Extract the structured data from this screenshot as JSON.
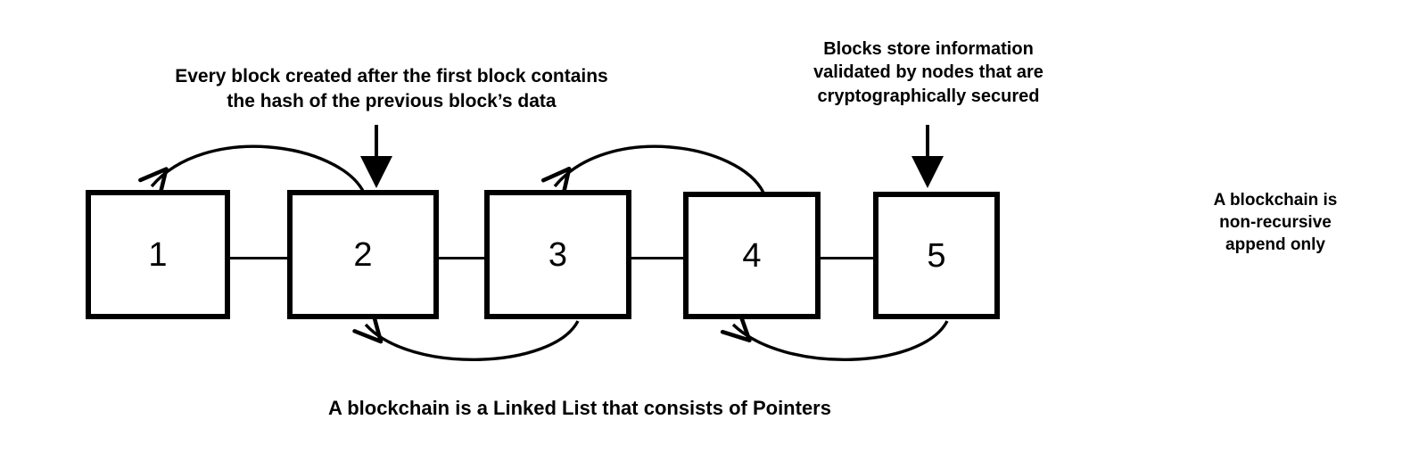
{
  "diagram": {
    "title": "Blockchain as a linked list diagram",
    "background_color": "#ffffff",
    "stroke_color": "#000000",
    "blocks": [
      {
        "label": "1",
        "name": "block-1"
      },
      {
        "label": "2",
        "name": "block-2"
      },
      {
        "label": "3",
        "name": "block-3"
      },
      {
        "label": "4",
        "name": "block-4"
      },
      {
        "label": "5",
        "name": "block-5"
      }
    ],
    "annotations": {
      "hash_note": "Every block created after the first block contains\nthe hash of the previous block’s data",
      "nodes_note": "Blocks store information\nvalidated by nodes that are\ncryptographically secured",
      "append_note": "A blockchain is\nnon-recursive\nappend only",
      "caption": "A blockchain is a Linked List that consists of Pointers"
    },
    "arrows": {
      "hash_pointer_1_label": "curved-arrow-block2-to-block1",
      "hash_pointer_2_label": "curved-arrow-block4-to-block3",
      "pointer_back_1_label": "curved-arrow-block3-to-block2",
      "pointer_back_2_label": "curved-arrow-block5-to-block4",
      "callout_1_label": "down-arrow-to-block2",
      "callout_2_label": "down-arrow-to-block5"
    }
  }
}
